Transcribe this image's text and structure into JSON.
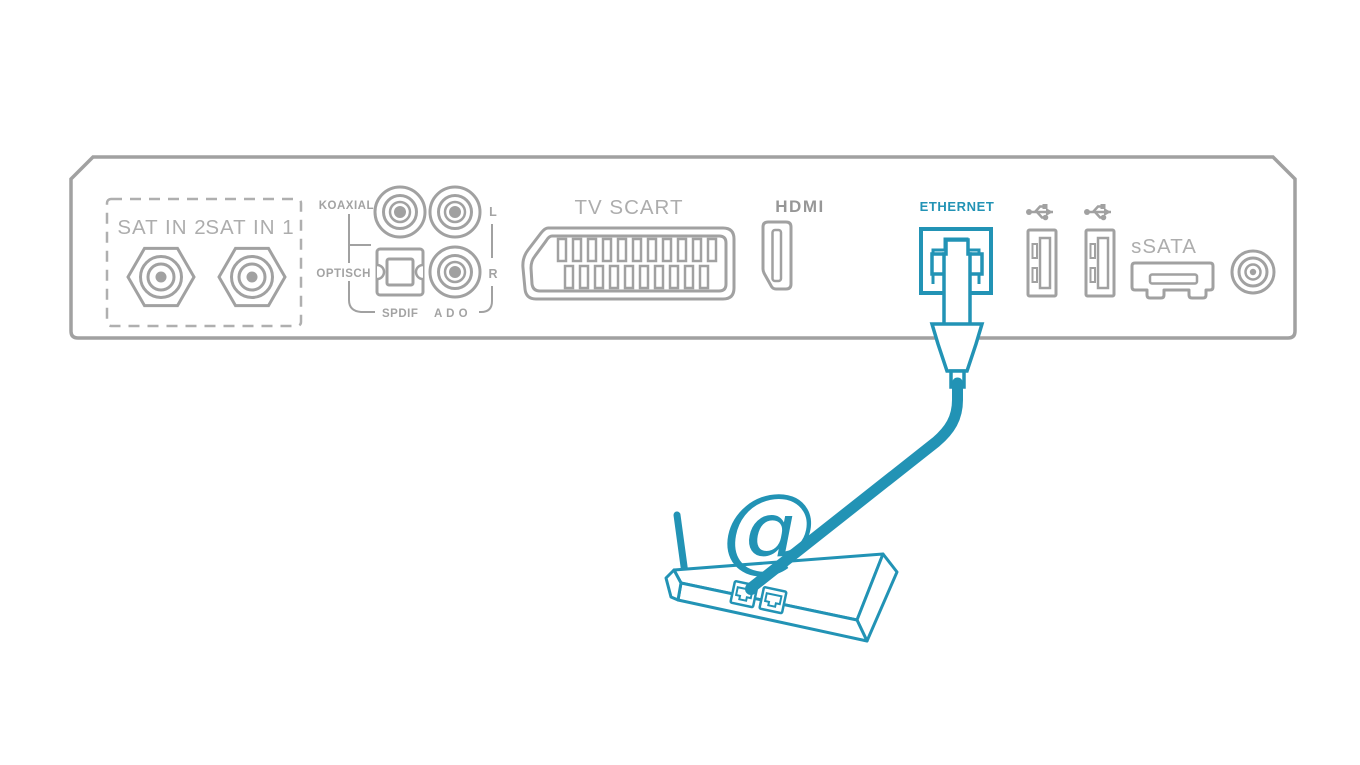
{
  "diagram": {
    "description_kind": "set-top-box rear panel with ethernet cable connected to internet router",
    "colors": {
      "panel_outline_grey": "#A1A1A1",
      "label_grey": "#ADADAD",
      "small_label_grey": "#A3A3A3",
      "hdmi_logo_grey": "#979797",
      "accent_teal": "#2293B5",
      "background": "#FFFFFF"
    },
    "panel": {
      "sat_group": {
        "label_sat_in_2": "SAT IN 2",
        "label_sat_in_1": "SAT IN 1"
      },
      "audio_group": {
        "label_koaxial": "KOAXIAL",
        "label_optisch": "OPTISCH",
        "label_spdif": "SPDIF",
        "label_left": "L",
        "label_right": "R",
        "label_ado": "A D O"
      },
      "scart": {
        "label": "TV SCART"
      },
      "hdmi": {
        "label": "HDMI"
      },
      "ethernet": {
        "label": "ETHERNET"
      },
      "ssata": {
        "label": "sSATA"
      }
    },
    "router": {
      "at_symbol": "@"
    },
    "icons": {
      "usb_icon": "usb-trident",
      "at_icon": "at-sign",
      "sat_connector_icon": "hex-f-connector",
      "power_icon": "concentric-circles"
    }
  }
}
